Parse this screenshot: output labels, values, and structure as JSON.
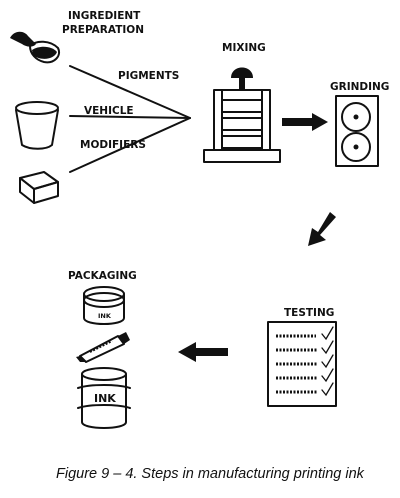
{
  "labels": {
    "ingredient_line1": "INGREDIENT",
    "ingredient_line2": "PREPARATION",
    "pigments": "PIGMENTS",
    "vehicle": "VEHICLE",
    "modifiers": "MODIFIERS",
    "mixing": "MIXING",
    "grinding": "GRINDING",
    "testing": "TESTING",
    "packaging": "PACKAGING"
  },
  "package_texts": {
    "can": "INK",
    "bottle": "INK"
  },
  "caption": "Figure 9 – 4. Steps in manufacturing printing ink",
  "icons": {
    "pigment_scoop": "scoop-icon",
    "vehicle_bucket": "bucket-icon",
    "modifier_block": "block-icon",
    "mixer": "mixer-icon",
    "grinder": "roller-mill-icon",
    "test_sheet": "checklist-icon",
    "ink_can": "ink-can-icon",
    "ink_tube": "ink-tube-icon",
    "ink_jar": "ink-jar-icon"
  }
}
